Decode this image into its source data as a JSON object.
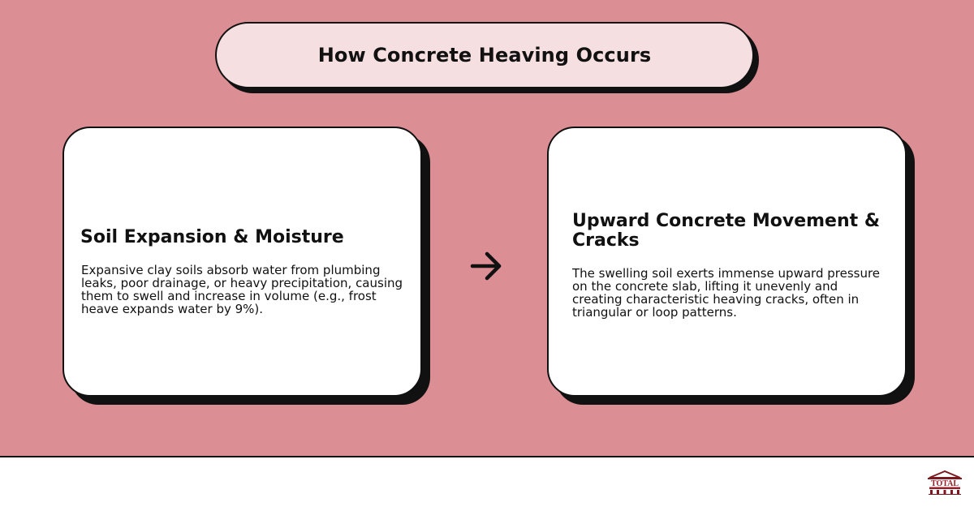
{
  "title": "How Concrete Heaving Occurs",
  "steps": [
    {
      "title": "Soil Expansion & Moisture",
      "body": "Expansive clay soils absorb water from plumbing leaks, poor drainage, or heavy precipitation, causing them to swell and increase in volume (e.g., frost heave expands water by 9%)."
    },
    {
      "title": "Upward Concrete Movement & Cracks",
      "body": "The swelling soil exerts immense upward pressure on the concrete slab, lifting it unevenly and creating characteristic heaving cracks, often in triangular or loop patterns."
    }
  ],
  "connector_icon": "arrow-right-icon",
  "footer": {
    "logo_icon": "company-logo",
    "logo_text": "TOTAL"
  },
  "colors": {
    "background": "#db8e93",
    "title_pill": "#f5dfe1",
    "card": "#ffffff",
    "outline": "#111111",
    "logo_red": "#9b1c24"
  }
}
